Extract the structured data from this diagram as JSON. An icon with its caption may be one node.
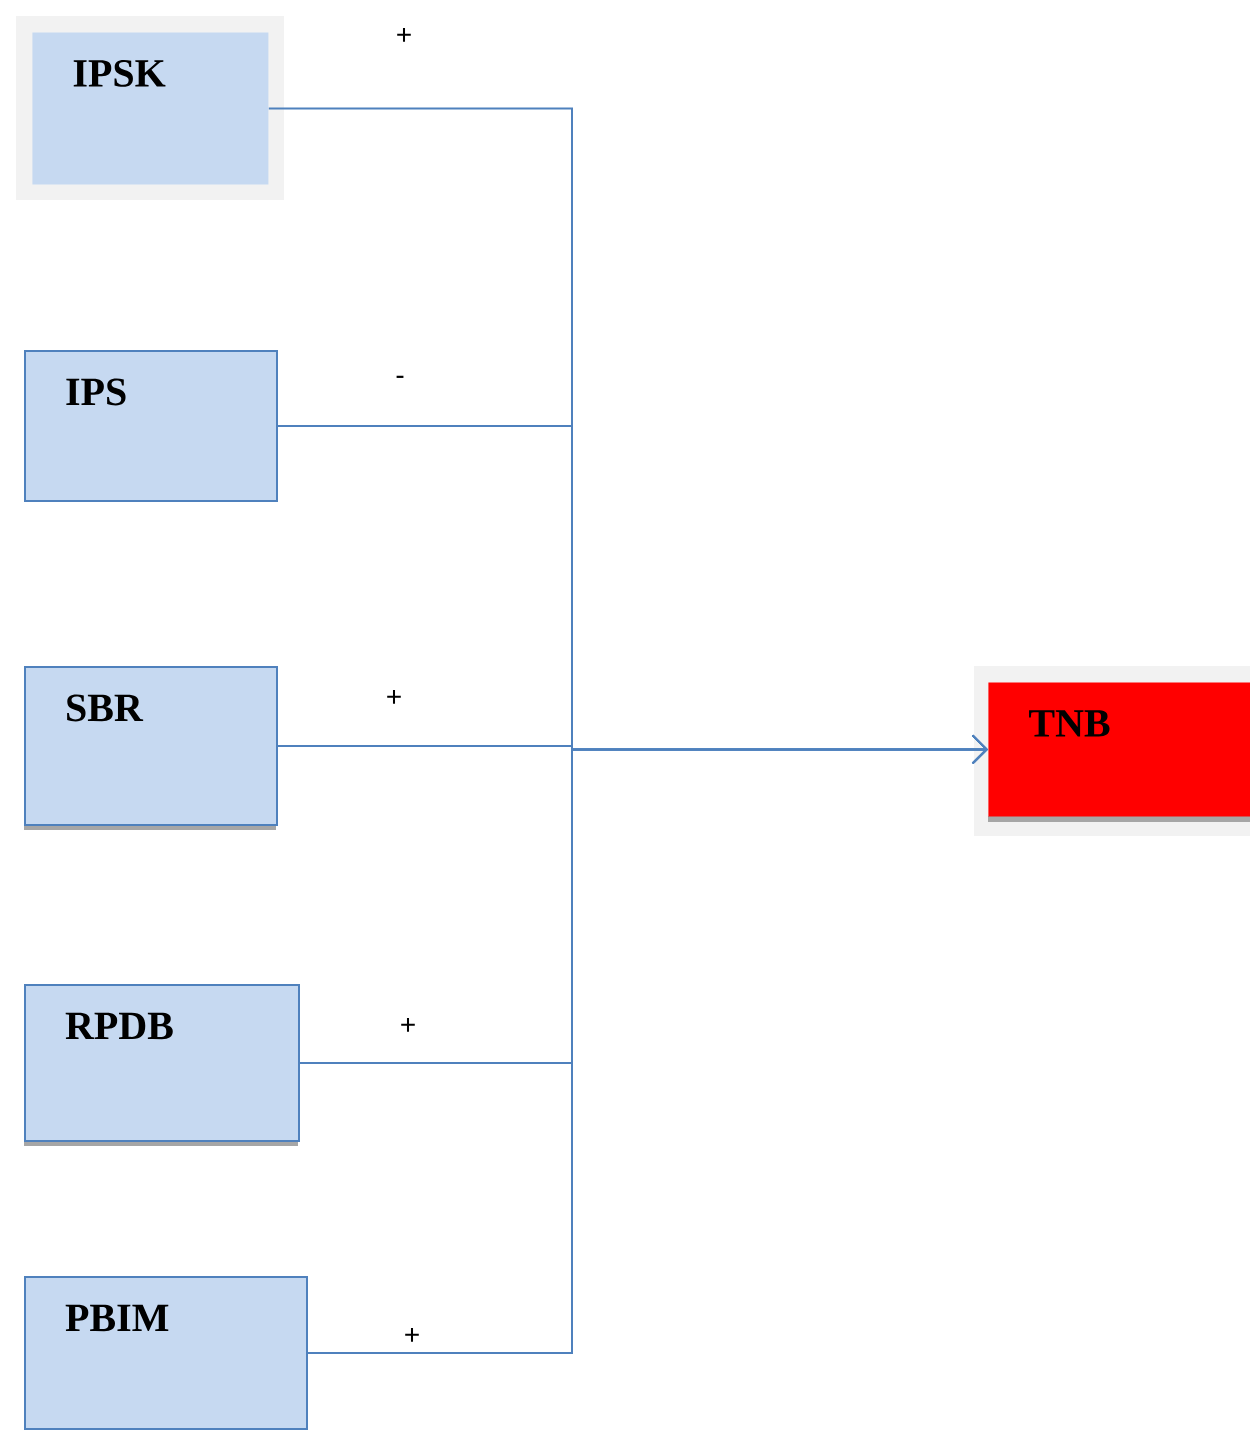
{
  "diagram": {
    "nodes": [
      {
        "text": [
          "IPSK"
        ]
      },
      {
        "text": [
          "IPS"
        ]
      },
      {
        "text": [
          "SBR"
        ]
      },
      {
        "text": [
          "RPDB"
        ]
      },
      {
        "text": [
          "PBIM"
        ]
      },
      {
        "text": [
          "TNB"
        ]
      }
    ],
    "edges": [
      {
        "from": 0,
        "to": 5,
        "arrow": "to",
        "label": "+"
      },
      {
        "from": 1,
        "to": 5,
        "arrow": "to",
        "label": "-"
      },
      {
        "from": 2,
        "to": 5,
        "arrow": "to",
        "label": "+"
      },
      {
        "from": 3,
        "to": 5,
        "arrow": "to",
        "label": "+"
      },
      {
        "from": 4,
        "to": 5,
        "arrow": "to",
        "label": "+"
      }
    ]
  }
}
